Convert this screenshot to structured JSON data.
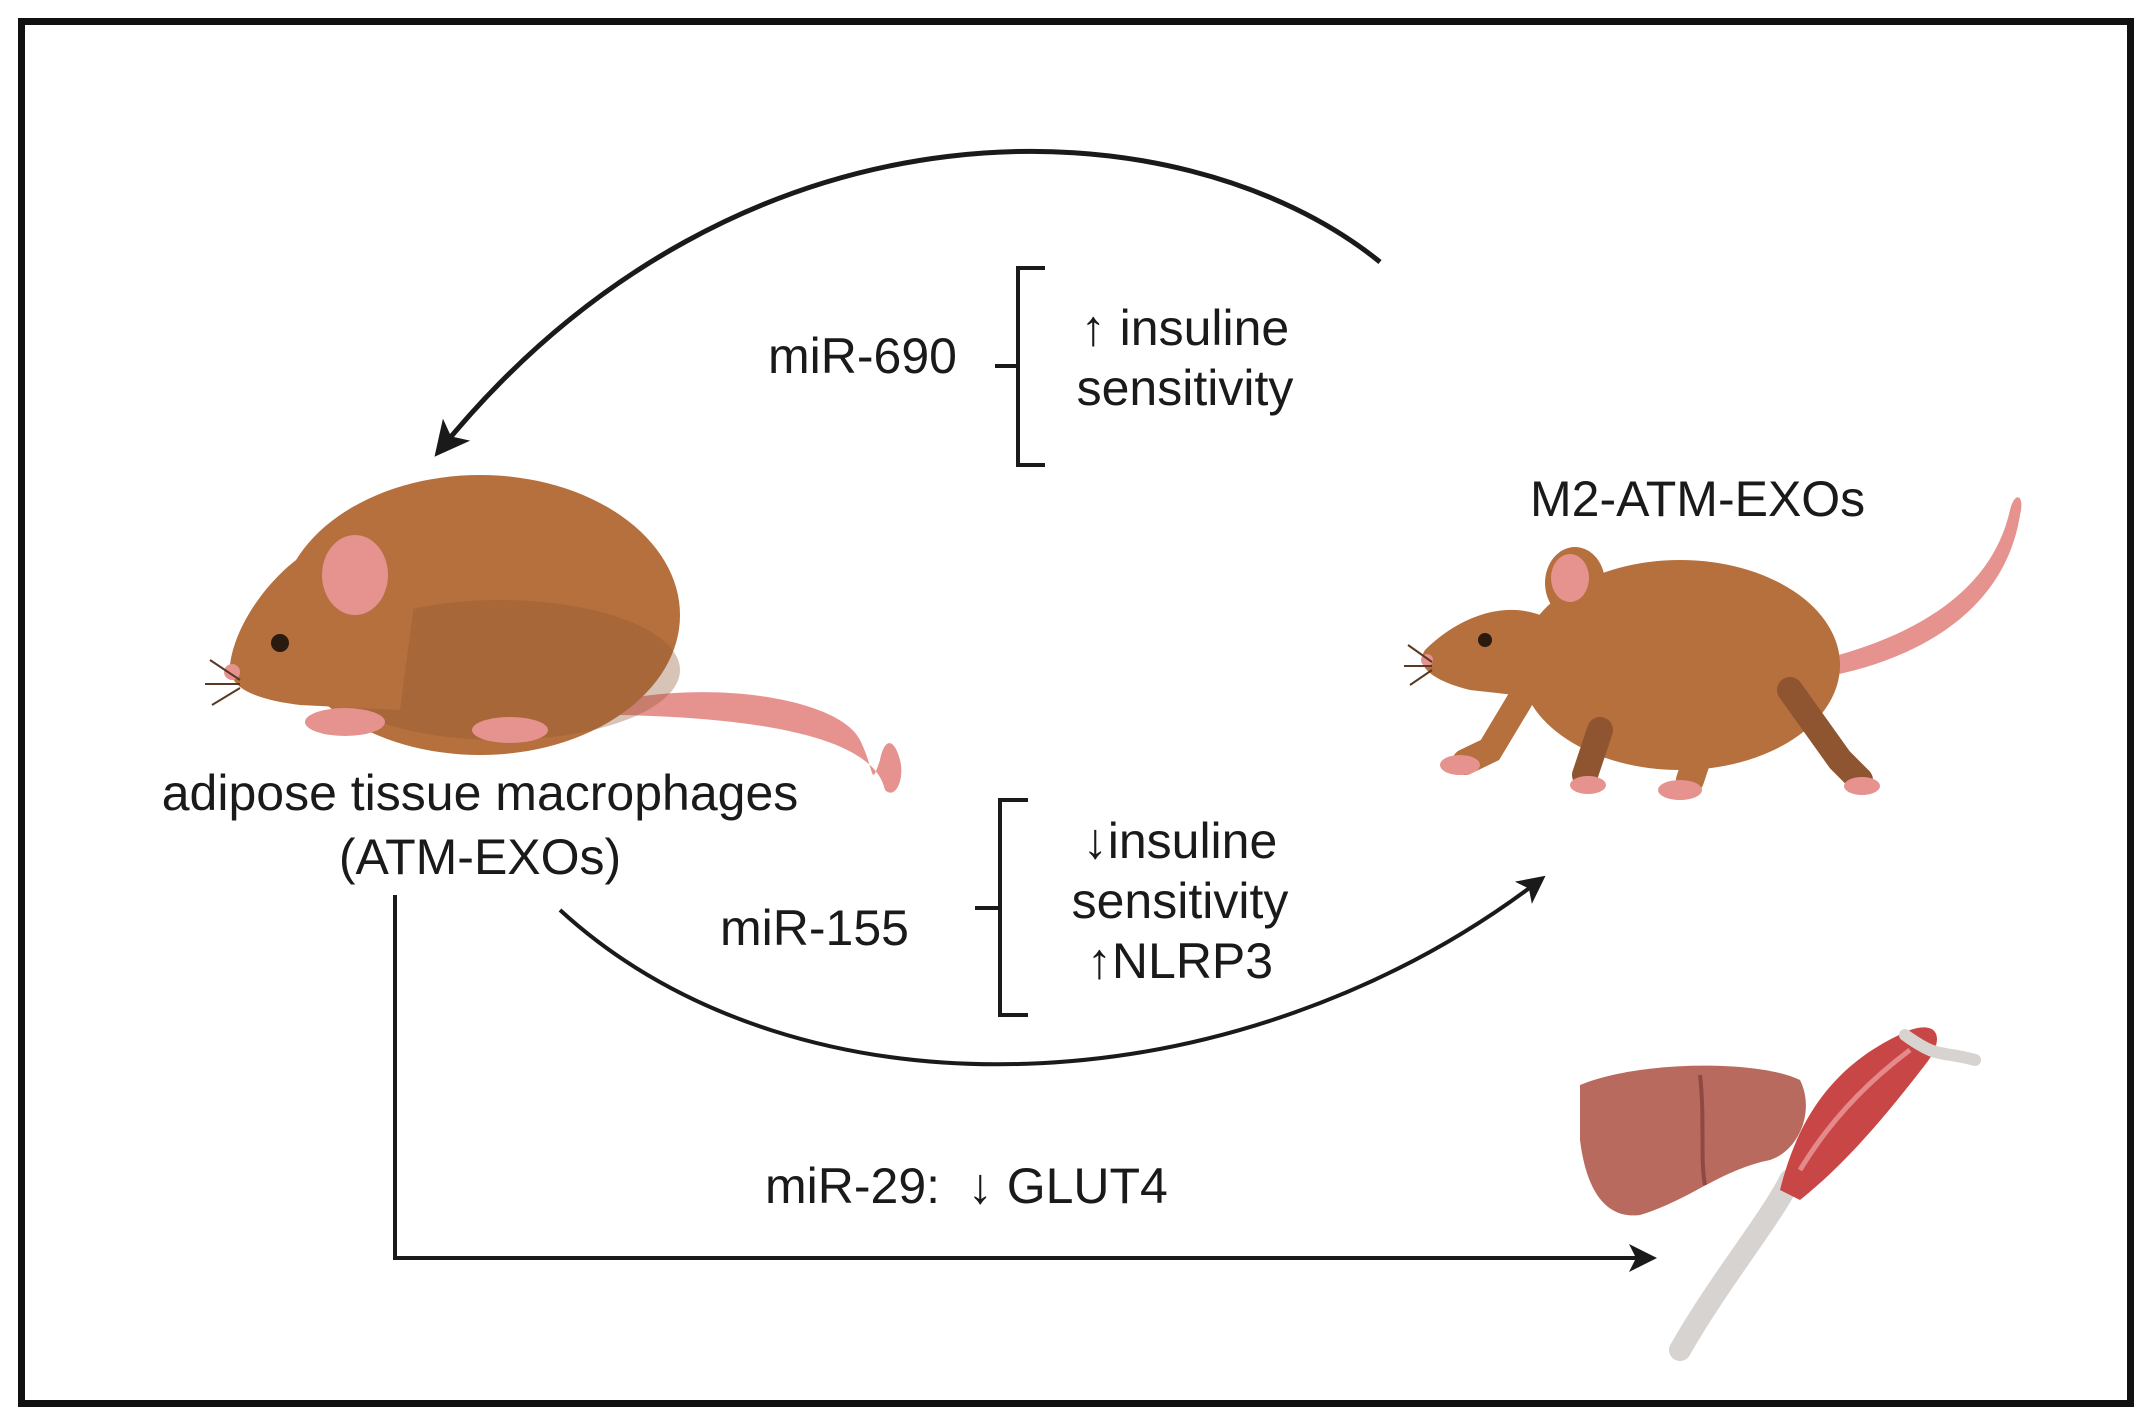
{
  "colors": {
    "frame": "#111111",
    "arrow": "#1a1a1a",
    "fur": "#b5703e",
    "fur_shadow": "#8e5530",
    "skin": "#e6928f",
    "skin_dark": "#c56c6c",
    "liver": "#b86a5e",
    "muscle": "#c94646",
    "tendon": "#d6d3d0"
  },
  "icons": {
    "left_mouse": "mouse-icon",
    "right_mouse": "mouse-icon",
    "liver": "liver-icon",
    "muscle": "muscle-icon"
  },
  "labels": {
    "left_source_line1": "adipose tissue macrophages",
    "left_source_line2": "(ATM-EXOs)",
    "right_source": "M2-ATM-EXOs",
    "mir690": "miR-690",
    "mir690_effect_line1": "↑ insuline",
    "mir690_effect_line2": "sensitivity",
    "mir155": "miR-155",
    "mir155_effect_line1": "↓insuline",
    "mir155_effect_line2": "sensitivity",
    "mir155_effect_line3": "↑NLRP3",
    "mir29": "miR-29:  ↓ GLUT4"
  }
}
